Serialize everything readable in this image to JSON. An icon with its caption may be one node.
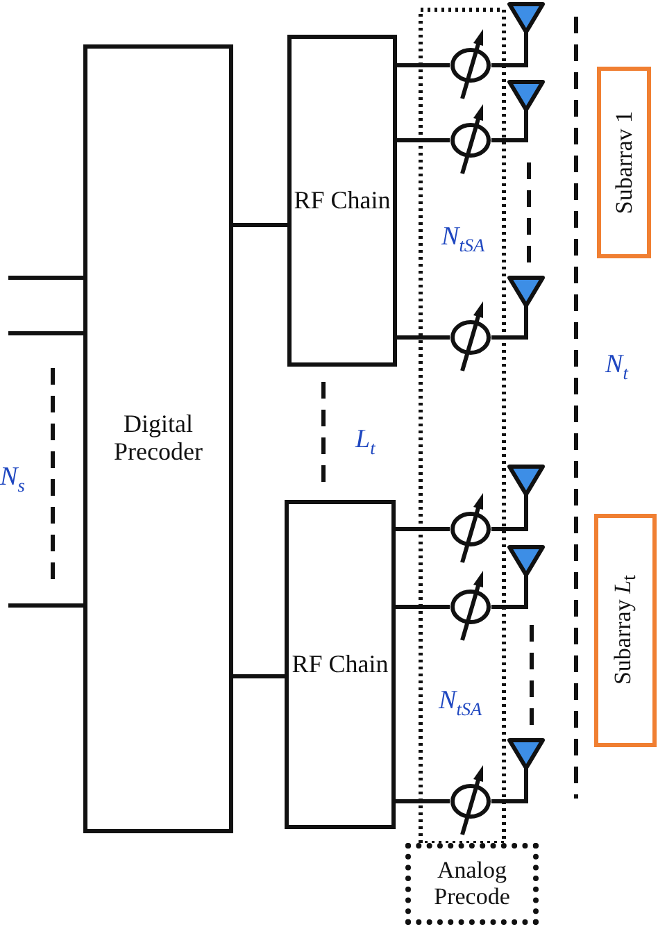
{
  "diagram": {
    "nodes": [
      {
        "text": [
          "Digital Precoder"
        ]
      },
      {
        "text": [
          "RF Chain"
        ]
      },
      {
        "text": [
          "RF Chain"
        ]
      },
      {
        "text": [],
        "shape": "circle"
      },
      {
        "text": [],
        "shape": "circle"
      },
      {
        "text": [],
        "shape": "circle"
      },
      {
        "text": [],
        "shape": "circle"
      },
      {
        "text": [],
        "shape": "circle"
      },
      {
        "text": [],
        "shape": "circle"
      },
      {
        "text": [],
        "shape": "antenna"
      },
      {
        "text": [],
        "shape": "antenna"
      },
      {
        "text": [],
        "shape": "antenna"
      },
      {
        "text": [],
        "shape": "antenna"
      },
      {
        "text": [],
        "shape": "antenna"
      },
      {
        "text": [],
        "shape": "antenna"
      },
      {
        "text": [
          "Subarrav 1"
        ]
      },
      {
        "text": [
          "Subarray *L*$_{t}$"
        ]
      },
      {
        "text": [
          "Analog Precode"
        ]
      }
    ],
    "edges": [
      {
        "from": null,
        "to": 0,
        "arrow": "none"
      },
      {
        "from": null,
        "to": 0,
        "arrow": "none"
      },
      {
        "from": null,
        "to": 0,
        "arrow": "none"
      },
      {
        "from": 0,
        "to": 1,
        "arrow": "none"
      },
      {
        "from": 0,
        "to": 2,
        "arrow": "none"
      },
      {
        "from": 1,
        "to": 3,
        "arrow": "none"
      },
      {
        "from": 1,
        "to": 4,
        "arrow": "none"
      },
      {
        "from": 1,
        "to": 5,
        "arrow": "none"
      },
      {
        "from": 2,
        "to": 6,
        "arrow": "none"
      },
      {
        "from": 2,
        "to": 7,
        "arrow": "none"
      },
      {
        "from": 2,
        "to": 8,
        "arrow": "none"
      },
      {
        "from": 3,
        "to": 9,
        "arrow": "none"
      },
      {
        "from": 4,
        "to": 10,
        "arrow": "none"
      },
      {
        "from": 5,
        "to": 11,
        "arrow": "none"
      },
      {
        "from": 6,
        "to": 12,
        "arrow": "none"
      },
      {
        "from": 7,
        "to": 13,
        "arrow": "none"
      },
      {
        "from": 8,
        "to": 14,
        "arrow": "none"
      }
    ],
    "labels": [
      "N$_{tSA}$",
      "N$_{t}$",
      "L$_{t}$",
      "N$_{s}$",
      "N$_{tSA}$"
    ]
  }
}
